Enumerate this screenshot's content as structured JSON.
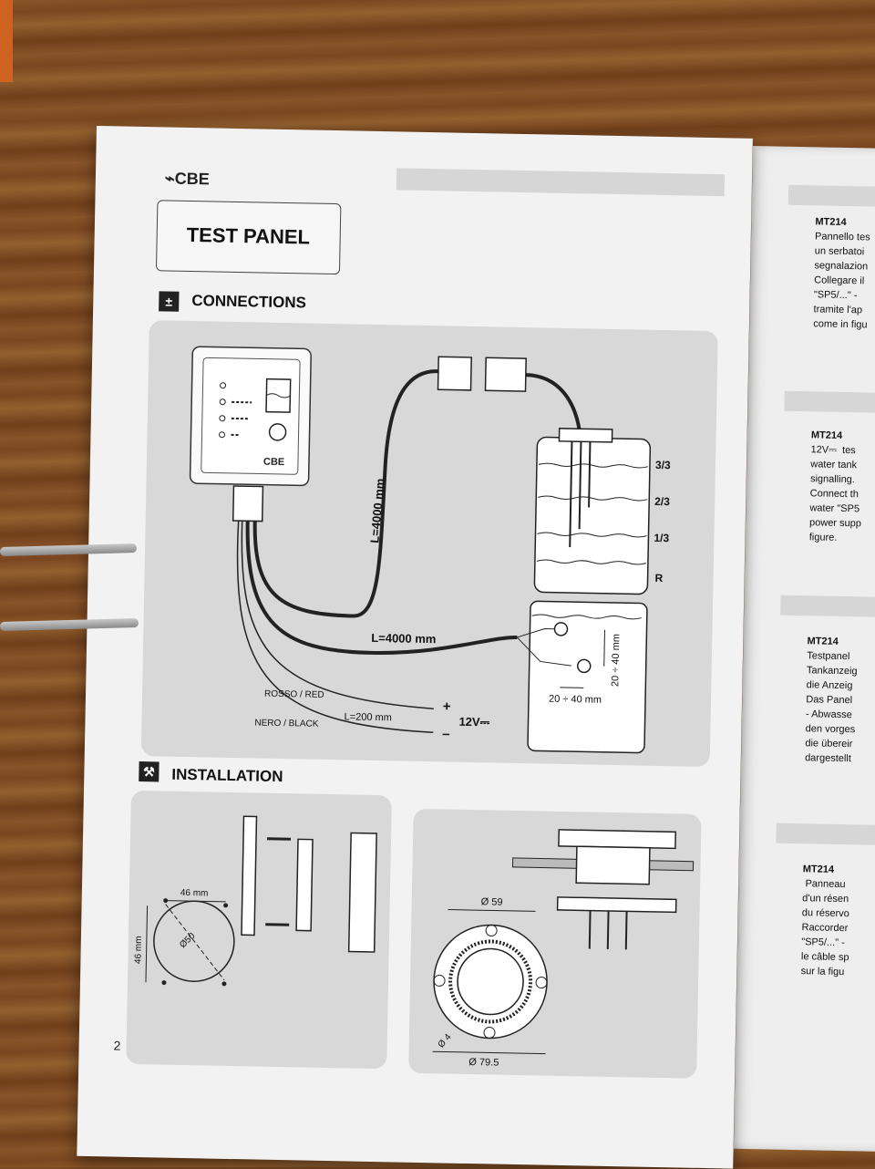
{
  "brand": "CBE",
  "title": "TEST PANEL",
  "sections": {
    "connections": {
      "icon": "±",
      "label": "CONNECTIONS"
    },
    "installation": {
      "icon": "⚒",
      "label": "INSTALLATION"
    }
  },
  "connections": {
    "cable_length_top": "L=4000 mm",
    "cable_length_mid": "L=4000 mm",
    "cable_length_power": "L=200 mm",
    "wire_red": "ROSSO / RED",
    "wire_black": "NERO / BLACK",
    "voltage": "12V⎓",
    "plus": "+",
    "minus": "–",
    "levels": [
      "3/3",
      "2/3",
      "1/3",
      "R"
    ],
    "sensor_dim_h": "20 ÷ 40 mm",
    "sensor_dim_v": "20 ÷ 40 mm",
    "panel_logo": "CBE"
  },
  "installation": {
    "dim_width": "46 mm",
    "dim_height": "46 mm",
    "dim_diag": "Ø50",
    "flange_top": "Ø 59",
    "flange_bottom": "Ø 79.5",
    "hole": "Ø 4"
  },
  "page_number": "2",
  "right_page": [
    {
      "title": "MT214",
      "lines": "Pannello tes\nun serbatoi\nsegnalazion\nCollegare il\n\"SP5/...\" - \ntramite l'ap\ncome in figu"
    },
    {
      "title": "MT214",
      "lines": "12V⎓  tes\nwater tank\nsignalling.\nConnect th\nwater \"SP5\npower supp\nfigure."
    },
    {
      "title": "MT214",
      "lines": "Testpanel \nTankanzeig\ndie Anzeig\nDas Panel\n- Abwasse\nden vorges\ndie übereir\ndargestellt"
    },
    {
      "title": "MT214",
      "lines": " Panneau \nd'un résen\ndu réservo\nRaccorder\n\"SP5/...\" -\nle câble sp\nsur la figu"
    }
  ]
}
